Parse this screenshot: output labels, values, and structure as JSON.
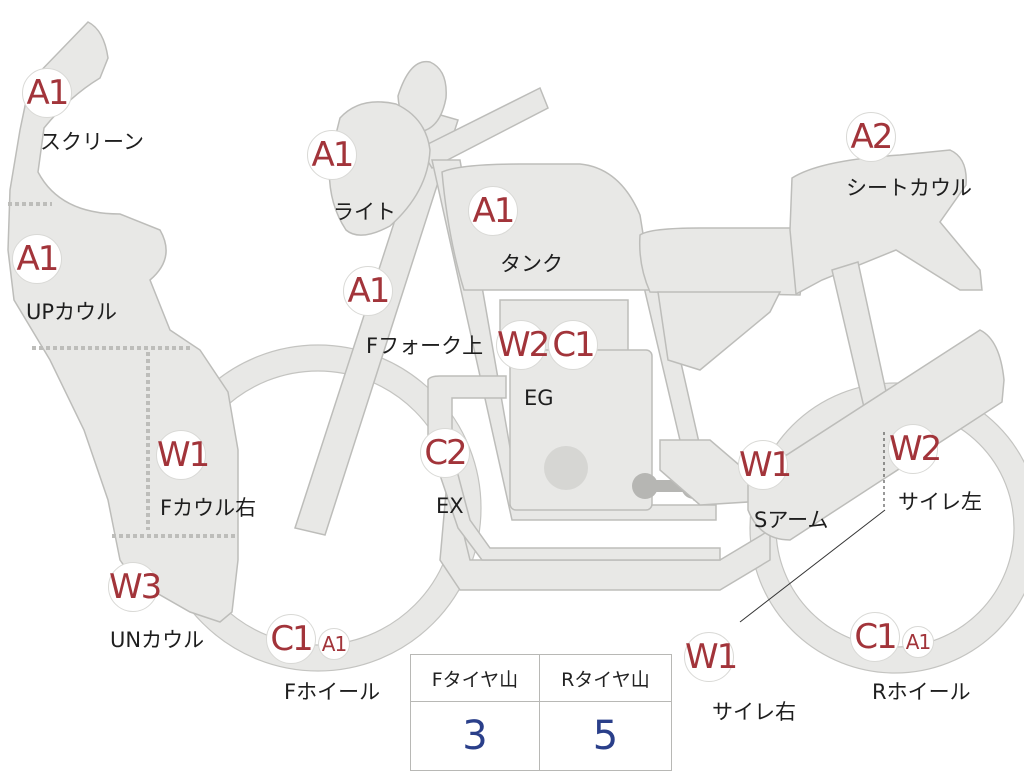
{
  "parts": [
    {
      "id": "screen",
      "label": "スクリーン",
      "grades": [
        "A1"
      ]
    },
    {
      "id": "light",
      "label": "ライト",
      "grades": [
        "A1"
      ]
    },
    {
      "id": "tank",
      "label": "タンク",
      "grades": [
        "A1"
      ]
    },
    {
      "id": "seat_cowl",
      "label": "シートカウル",
      "grades": [
        "A2"
      ]
    },
    {
      "id": "up_cowl",
      "label": "UPカウル",
      "grades": [
        "A1"
      ]
    },
    {
      "id": "f_fork_upper",
      "label": "Fフォーク上",
      "grades": [
        "A1"
      ]
    },
    {
      "id": "engine",
      "label": "EG",
      "grades": [
        "W2",
        "C1"
      ]
    },
    {
      "id": "f_cowl_right",
      "label": "Fカウル右",
      "grades": [
        "W1"
      ]
    },
    {
      "id": "exhaust",
      "label": "EX",
      "grades": [
        "C2"
      ]
    },
    {
      "id": "swing_arm",
      "label": "Sアーム",
      "grades": [
        "W1"
      ]
    },
    {
      "id": "muffler_left",
      "label": "サイレ左",
      "grades": [
        "W2"
      ]
    },
    {
      "id": "under_cowl",
      "label": "UNカウル",
      "grades": [
        "W3"
      ]
    },
    {
      "id": "f_wheel",
      "label": "Fホイール",
      "grades": [
        "C1",
        "A1"
      ]
    },
    {
      "id": "muffler_right",
      "label": "サイレ右",
      "grades": [
        "W1"
      ]
    },
    {
      "id": "r_wheel",
      "label": "Rホイール",
      "grades": [
        "C1",
        "A1"
      ]
    }
  ],
  "tire_table": {
    "headers": [
      "Fタイヤ山",
      "Rタイヤ山"
    ],
    "values": [
      "3",
      "5"
    ]
  },
  "colors": {
    "grade_text": "#a2343a",
    "tire_value": "#2a3f8a",
    "part_fill": "#e8e8e6",
    "part_stroke": "#bdbdba"
  }
}
